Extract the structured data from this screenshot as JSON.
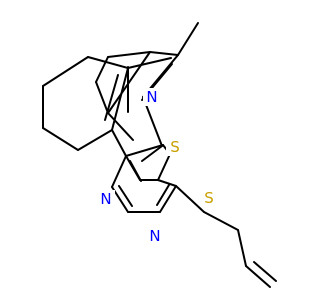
{
  "molecule": {
    "atoms": {
      "ring_nitrogen_pyridine": {
        "label": "N",
        "color": "#0000ff"
      },
      "ring_sulfur": {
        "label": "S",
        "color": "#c8a000"
      },
      "ring_nitrogen_pyrimidine_1": {
        "label": "N",
        "color": "#0000ff"
      },
      "ring_nitrogen_pyrimidine_2": {
        "label": "N",
        "color": "#0000ff"
      },
      "thioether_sulfur": {
        "label": "S",
        "color": "#c8a000"
      }
    },
    "bond_color": "#000000"
  }
}
